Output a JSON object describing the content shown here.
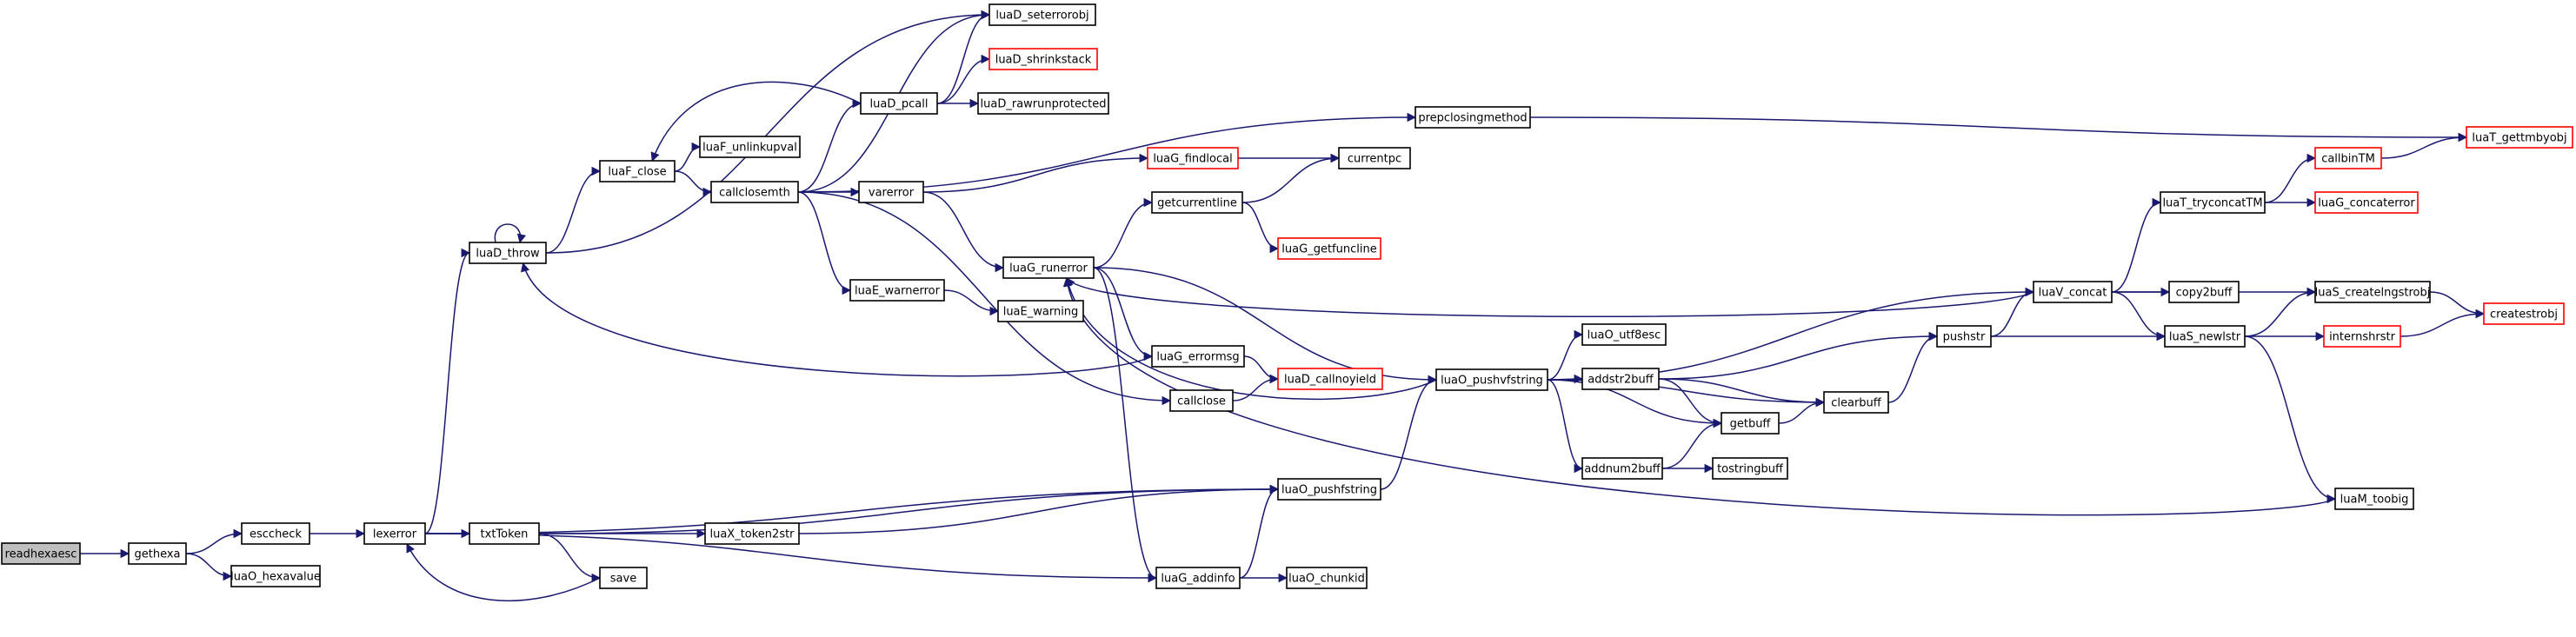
{
  "graph": {
    "nodes": [
      {
        "id": "readhexaesc",
        "label": "readhexaesc",
        "style": "root"
      },
      {
        "id": "gethexa",
        "label": "gethexa",
        "style": "normal"
      },
      {
        "id": "esccheck",
        "label": "esccheck",
        "style": "normal"
      },
      {
        "id": "luaO_hexavalue",
        "label": "luaO_hexavalue",
        "style": "normal"
      },
      {
        "id": "lexerror",
        "label": "lexerror",
        "style": "normal"
      },
      {
        "id": "luaD_throw",
        "label": "luaD_throw",
        "style": "normal"
      },
      {
        "id": "txtToken",
        "label": "txtToken",
        "style": "normal"
      },
      {
        "id": "save",
        "label": "save",
        "style": "normal"
      },
      {
        "id": "luaF_close",
        "label": "luaF_close",
        "style": "normal"
      },
      {
        "id": "luaF_unlinkupval",
        "label": "luaF_unlinkupval",
        "style": "normal"
      },
      {
        "id": "callclosemth",
        "label": "callclosemth",
        "style": "normal"
      },
      {
        "id": "luaD_pcall",
        "label": "luaD_pcall",
        "style": "normal"
      },
      {
        "id": "luaD_seterrorobj",
        "label": "luaD_seterrorobj",
        "style": "normal"
      },
      {
        "id": "luaD_shrinkstack",
        "label": "luaD_shrinkstack",
        "style": "truncated"
      },
      {
        "id": "luaD_rawrunprotected",
        "label": "luaD_rawrunprotected",
        "style": "normal"
      },
      {
        "id": "prepclosingmethod",
        "label": "prepclosingmethod",
        "style": "normal"
      },
      {
        "id": "luaT_gettmbyobj",
        "label": "luaT_gettmbyobj",
        "style": "truncated"
      },
      {
        "id": "varerror",
        "label": "varerror",
        "style": "normal"
      },
      {
        "id": "luaG_findlocal",
        "label": "luaG_findlocal",
        "style": "truncated"
      },
      {
        "id": "currentpc",
        "label": "currentpc",
        "style": "normal"
      },
      {
        "id": "getcurrentline",
        "label": "getcurrentline",
        "style": "normal"
      },
      {
        "id": "luaG_getfuncline",
        "label": "luaG_getfuncline",
        "style": "truncated"
      },
      {
        "id": "luaG_runerror",
        "label": "luaG_runerror",
        "style": "normal"
      },
      {
        "id": "luaE_warnerror",
        "label": "luaE_warnerror",
        "style": "normal"
      },
      {
        "id": "luaE_warning",
        "label": "luaE_warning",
        "style": "normal"
      },
      {
        "id": "luaG_errormsg",
        "label": "luaG_errormsg",
        "style": "normal"
      },
      {
        "id": "callclose",
        "label": "callclose",
        "style": "normal"
      },
      {
        "id": "luaD_callnoyield",
        "label": "luaD_callnoyield",
        "style": "truncated"
      },
      {
        "id": "luaO_pushvfstring",
        "label": "luaO_pushvfstring",
        "style": "normal"
      },
      {
        "id": "luaO_utf8esc",
        "label": "luaO_utf8esc",
        "style": "normal"
      },
      {
        "id": "addstr2buff",
        "label": "addstr2buff",
        "style": "normal"
      },
      {
        "id": "getbuff",
        "label": "getbuff",
        "style": "normal"
      },
      {
        "id": "clearbuff",
        "label": "clearbuff",
        "style": "normal"
      },
      {
        "id": "addnum2buff",
        "label": "addnum2buff",
        "style": "normal"
      },
      {
        "id": "tostringbuff",
        "label": "tostringbuff",
        "style": "normal"
      },
      {
        "id": "pushstr",
        "label": "pushstr",
        "style": "normal"
      },
      {
        "id": "luaV_concat",
        "label": "luaV_concat",
        "style": "normal"
      },
      {
        "id": "luaT_tryconcatTM",
        "label": "luaT_tryconcatTM",
        "style": "normal"
      },
      {
        "id": "callbinTM",
        "label": "callbinTM",
        "style": "truncated"
      },
      {
        "id": "luaG_concaterror",
        "label": "luaG_concaterror",
        "style": "truncated"
      },
      {
        "id": "copy2buff",
        "label": "copy2buff",
        "style": "normal"
      },
      {
        "id": "luaS_createlngstrobj",
        "label": "luaS_createlngstrobj",
        "style": "normal"
      },
      {
        "id": "createstrobj",
        "label": "createstrobj",
        "style": "truncated"
      },
      {
        "id": "luaS_newlstr",
        "label": "luaS_newlstr",
        "style": "normal"
      },
      {
        "id": "internshrstr",
        "label": "internshrstr",
        "style": "truncated"
      },
      {
        "id": "luaM_toobig",
        "label": "luaM_toobig",
        "style": "normal"
      },
      {
        "id": "luaO_pushfstring",
        "label": "luaO_pushfstring",
        "style": "normal"
      },
      {
        "id": "luaX_token2str",
        "label": "luaX_token2str",
        "style": "normal"
      },
      {
        "id": "luaG_addinfo",
        "label": "luaG_addinfo",
        "style": "normal"
      },
      {
        "id": "luaO_chunkid",
        "label": "luaO_chunkid",
        "style": "normal"
      }
    ],
    "edges": [
      [
        "readhexaesc",
        "gethexa"
      ],
      [
        "gethexa",
        "esccheck"
      ],
      [
        "gethexa",
        "luaO_hexavalue"
      ],
      [
        "esccheck",
        "lexerror"
      ],
      [
        "lexerror",
        "luaD_throw"
      ],
      [
        "lexerror",
        "txtToken"
      ],
      [
        "lexerror",
        "luaO_pushfstring"
      ],
      [
        "lexerror",
        "luaG_addinfo"
      ],
      [
        "txtToken",
        "save"
      ],
      [
        "txtToken",
        "luaX_token2str"
      ],
      [
        "txtToken",
        "luaO_pushfstring"
      ],
      [
        "save",
        "lexerror"
      ],
      [
        "luaD_throw",
        "luaD_throw"
      ],
      [
        "luaD_throw",
        "luaF_close"
      ],
      [
        "luaD_throw",
        "luaD_seterrorobj"
      ],
      [
        "luaF_close",
        "luaF_unlinkupval"
      ],
      [
        "luaF_close",
        "callclosemth"
      ],
      [
        "callclosemth",
        "luaD_pcall"
      ],
      [
        "callclosemth",
        "luaD_seterrorobj"
      ],
      [
        "callclosemth",
        "prepclosingmethod"
      ],
      [
        "callclosemth",
        "varerror"
      ],
      [
        "callclosemth",
        "luaE_warnerror"
      ],
      [
        "callclosemth",
        "callclose"
      ],
      [
        "luaD_pcall",
        "luaF_close"
      ],
      [
        "luaD_pcall",
        "luaD_seterrorobj"
      ],
      [
        "luaD_pcall",
        "luaD_shrinkstack"
      ],
      [
        "luaD_pcall",
        "luaD_rawrunprotected"
      ],
      [
        "prepclosingmethod",
        "luaT_gettmbyobj"
      ],
      [
        "varerror",
        "luaG_findlocal"
      ],
      [
        "varerror",
        "luaG_runerror"
      ],
      [
        "luaG_findlocal",
        "currentpc"
      ],
      [
        "getcurrentline",
        "currentpc"
      ],
      [
        "getcurrentline",
        "luaG_getfuncline"
      ],
      [
        "luaG_runerror",
        "getcurrentline"
      ],
      [
        "luaG_runerror",
        "luaG_errormsg"
      ],
      [
        "luaG_runerror",
        "luaO_pushvfstring"
      ],
      [
        "luaG_runerror",
        "luaG_addinfo"
      ],
      [
        "luaE_warnerror",
        "luaE_warning"
      ],
      [
        "luaG_errormsg",
        "luaD_throw"
      ],
      [
        "luaG_errormsg",
        "luaD_callnoyield"
      ],
      [
        "callclose",
        "luaD_callnoyield"
      ],
      [
        "luaO_pushvfstring",
        "luaG_runerror"
      ],
      [
        "luaO_pushvfstring",
        "luaO_utf8esc"
      ],
      [
        "luaO_pushvfstring",
        "addstr2buff"
      ],
      [
        "luaO_pushvfstring",
        "addnum2buff"
      ],
      [
        "luaO_pushvfstring",
        "getbuff"
      ],
      [
        "luaO_pushvfstring",
        "clearbuff"
      ],
      [
        "luaO_pushvfstring",
        "luaV_concat"
      ],
      [
        "addstr2buff",
        "getbuff"
      ],
      [
        "addstr2buff",
        "clearbuff"
      ],
      [
        "addstr2buff",
        "pushstr"
      ],
      [
        "addnum2buff",
        "getbuff"
      ],
      [
        "addnum2buff",
        "tostringbuff"
      ],
      [
        "getbuff",
        "clearbuff"
      ],
      [
        "clearbuff",
        "pushstr"
      ],
      [
        "pushstr",
        "luaV_concat"
      ],
      [
        "pushstr",
        "luaS_newlstr"
      ],
      [
        "luaV_concat",
        "luaG_runerror"
      ],
      [
        "luaV_concat",
        "luaT_tryconcatTM"
      ],
      [
        "luaV_concat",
        "copy2buff"
      ],
      [
        "luaV_concat",
        "luaS_createlngstrobj"
      ],
      [
        "luaV_concat",
        "luaS_newlstr"
      ],
      [
        "luaT_tryconcatTM",
        "callbinTM"
      ],
      [
        "luaT_tryconcatTM",
        "luaG_concaterror"
      ],
      [
        "callbinTM",
        "luaT_gettmbyobj"
      ],
      [
        "luaS_createlngstrobj",
        "createstrobj"
      ],
      [
        "luaS_newlstr",
        "luaS_createlngstrobj"
      ],
      [
        "luaS_newlstr",
        "internshrstr"
      ],
      [
        "luaS_newlstr",
        "luaM_toobig"
      ],
      [
        "internshrstr",
        "createstrobj"
      ],
      [
        "luaM_toobig",
        "luaG_runerror"
      ],
      [
        "luaO_pushfstring",
        "luaO_pushvfstring"
      ],
      [
        "luaX_token2str",
        "luaO_pushfstring"
      ],
      [
        "luaG_addinfo",
        "luaO_pushfstring"
      ],
      [
        "luaG_addinfo",
        "luaO_chunkid"
      ]
    ]
  }
}
